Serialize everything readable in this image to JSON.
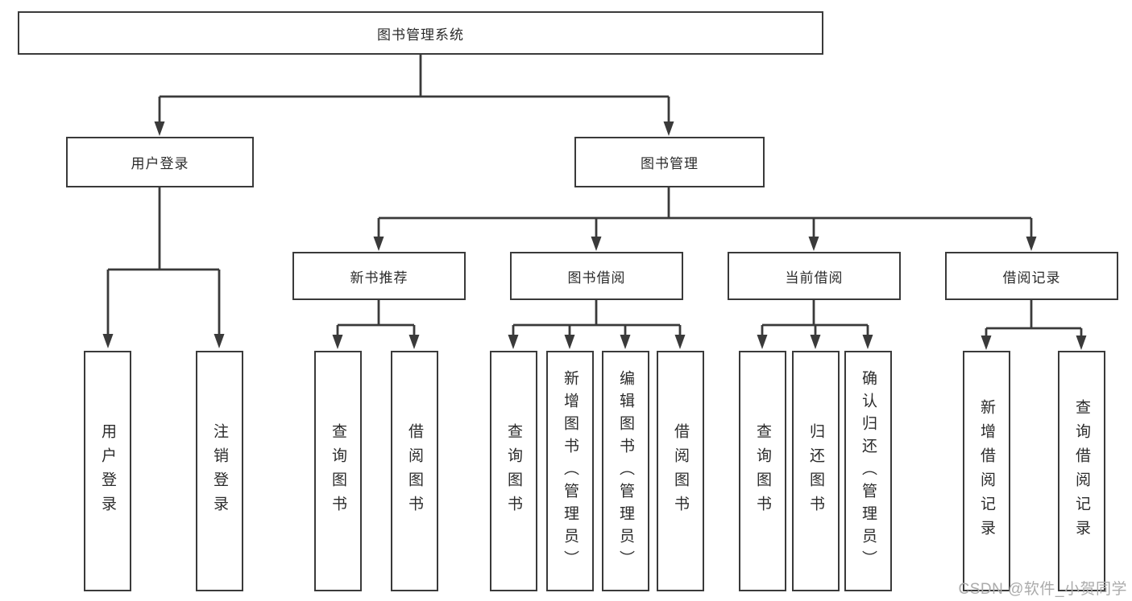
{
  "tree": {
    "root": {
      "label": "图书管理系统"
    },
    "branches": [
      {
        "label": "用户登录",
        "children": [
          {
            "label": "用户登录"
          },
          {
            "label": "注销登录"
          }
        ]
      },
      {
        "label": "图书管理",
        "children": [
          {
            "label": "新书推荐",
            "children": [
              {
                "label": "查询图书"
              },
              {
                "label": "借阅图书"
              }
            ]
          },
          {
            "label": "图书借阅",
            "children": [
              {
                "label": "查询图书"
              },
              {
                "label": "新增图书（管理员）"
              },
              {
                "label": "编辑图书（管理员）"
              },
              {
                "label": "借阅图书"
              }
            ]
          },
          {
            "label": "当前借阅",
            "children": [
              {
                "label": "查询图书"
              },
              {
                "label": "归还图书"
              },
              {
                "label": "确认归还（管理员）"
              }
            ]
          },
          {
            "label": "借阅记录",
            "children": [
              {
                "label": "新增借阅记录"
              },
              {
                "label": "查询借阅记录"
              }
            ]
          }
        ]
      }
    ]
  },
  "watermark": {
    "text": "CSDN @软件_小贺同学"
  },
  "colors": {
    "line": "#3a3a3a",
    "text": "#2b2b2b",
    "background": "#ffffff",
    "watermark": "#ababab"
  }
}
